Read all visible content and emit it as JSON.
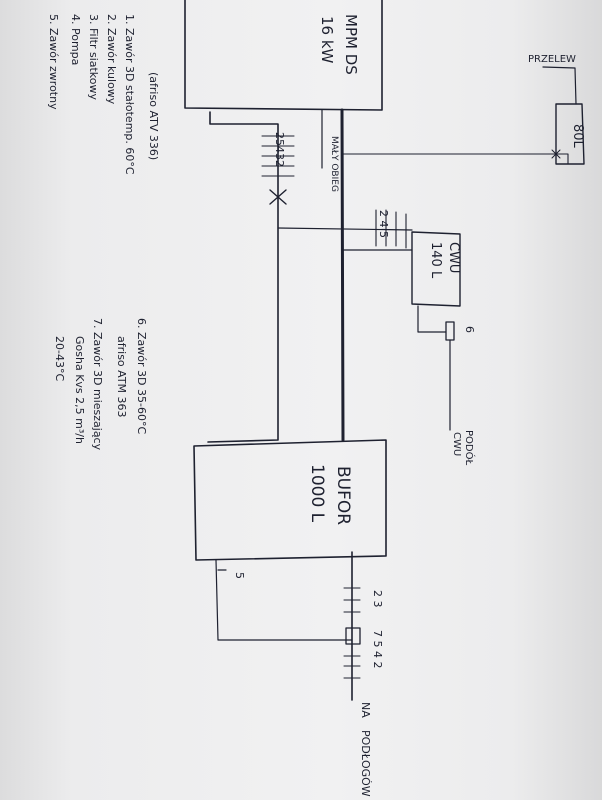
{
  "units": {
    "heatpump": {
      "line1": "MPM DS",
      "line2": "16 kW"
    },
    "overflow_tank": {
      "label": "80L",
      "pipe_label": "PRZELEW"
    },
    "dhw_tank": {
      "line1": "CWU",
      "line2": "140 L"
    },
    "buffer": {
      "line1": "BUFOR",
      "line2": "1000 L"
    }
  },
  "pipe_labels": {
    "short_loop": "MAŁY OBIEG",
    "dhw_supply_line1": "PODÓŁ",
    "dhw_supply_line2": "CWU",
    "heating_line1": "NA",
    "heating_line2": "PODŁOGÓW"
  },
  "fitting_numbers": {
    "heatpump_return": "25432",
    "dhw_branch": "2 4 5",
    "dhw_valve": "6",
    "buffer_return": "5",
    "heating_top": "2 3",
    "heating_bottom": "7 5 4 2"
  },
  "legend": {
    "item1": "1. Zawór 3D stałotemp. 60°C",
    "item1b": "(afriso ATV 336)",
    "item2": "2. Zawór kulowy",
    "item3": "3. Filtr siatkowy",
    "item4": "4. Pompa",
    "item5": "5. Zawór zwrotny",
    "item6": "6. Zawór 3D 35-60°C",
    "item6b": "afriso ATM 363",
    "item7": "7. Zawór 3D mieszający",
    "item7b": "Gosha Kvs 2,5 m³/h",
    "item7c": "20-43°C"
  },
  "colors": {
    "ink": "#1e2130",
    "paper": "#f1f1f2"
  }
}
